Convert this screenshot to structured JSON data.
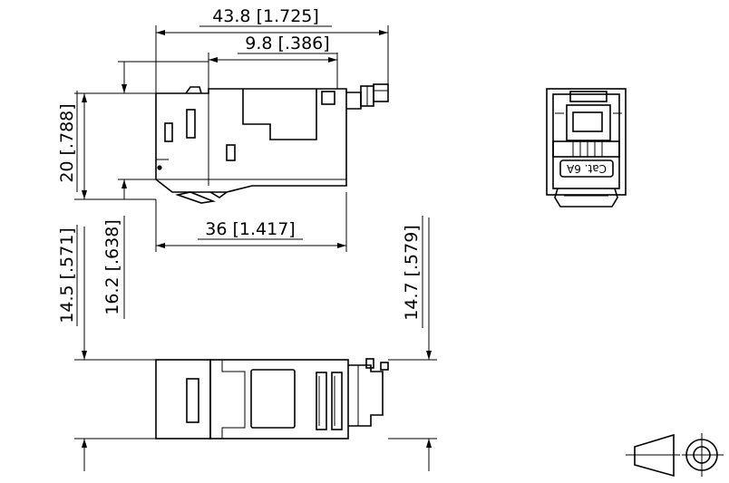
{
  "dimensions": {
    "overall_length": "43.8 [1.725]",
    "latch_length": "9.8 [.386]",
    "height": "20 [.788]",
    "body_length": "36 [1.417]",
    "width_a": "14.5 [.571]",
    "width_b": "16.2 [.638]",
    "width_c": "14.7 [.579]"
  },
  "front_view": {
    "marking": "Cat. 6A"
  },
  "projection_symbol": {
    "icon": "first-angle-projection-icon"
  }
}
